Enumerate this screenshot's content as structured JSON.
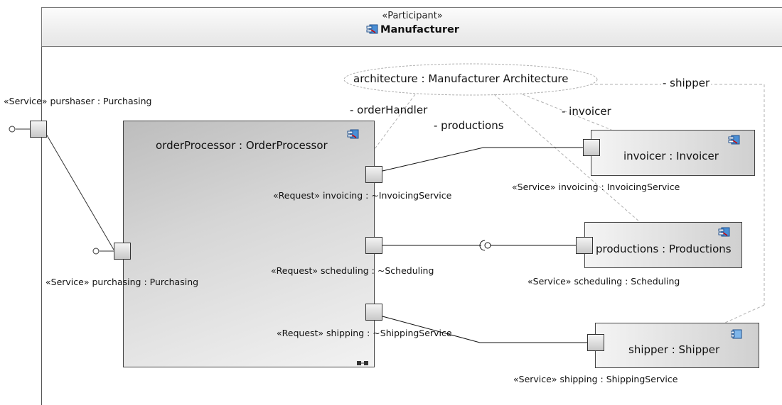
{
  "participant": {
    "stereotype": "«Participant»",
    "name": "Manufacturer"
  },
  "collaboration": {
    "label": "architecture : Manufacturer Architecture",
    "roles": {
      "order_handler": "- orderHandler",
      "productions": "- productions",
      "invoicer": "- invoicer",
      "shipper": "- shipper"
    }
  },
  "external_port": {
    "label": "«Service» purshaser : Purchasing"
  },
  "parts": {
    "order_processor": {
      "label": "orderProcessor : OrderProcessor"
    },
    "invoicer": {
      "label": "invoicer : Invoicer"
    },
    "productions": {
      "label": "productions : Productions"
    },
    "shipper": {
      "label": "shipper : Shipper"
    }
  },
  "ports": {
    "purchasing": "«Service» purchasing : Purchasing",
    "invoicing_request": "«Request» invoicing : ~InvoicingService",
    "scheduling_request": "«Request» scheduling : ~Scheduling",
    "shipping_request": "«Request» shipping : ~ShippingService",
    "invoicing_service": "«Service» invoicing : InvoicingService",
    "scheduling_service": "«Service» scheduling : Scheduling",
    "shipping_service": "«Service» shipping : ShippingService"
  },
  "icons": [
    "component-icon",
    "interface-provided-icon",
    "interface-required-icon",
    "structure-icon"
  ],
  "colors": {
    "dashed_line": "#b0b0b0",
    "connector": "#000000",
    "header_bg": "#eeeeee"
  }
}
